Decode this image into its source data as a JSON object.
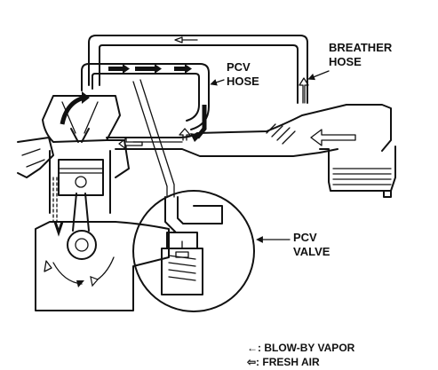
{
  "labels": {
    "breather_hose": [
      "BREATHER",
      "HOSE"
    ],
    "pcv_hose": [
      "PCV",
      "HOSE"
    ],
    "pcv_valve": [
      "PCV",
      "VALVE"
    ]
  },
  "legend": {
    "blow_by": "←: BLOW-BY VAPOR",
    "fresh_air": "⇦: FRESH AIR"
  }
}
